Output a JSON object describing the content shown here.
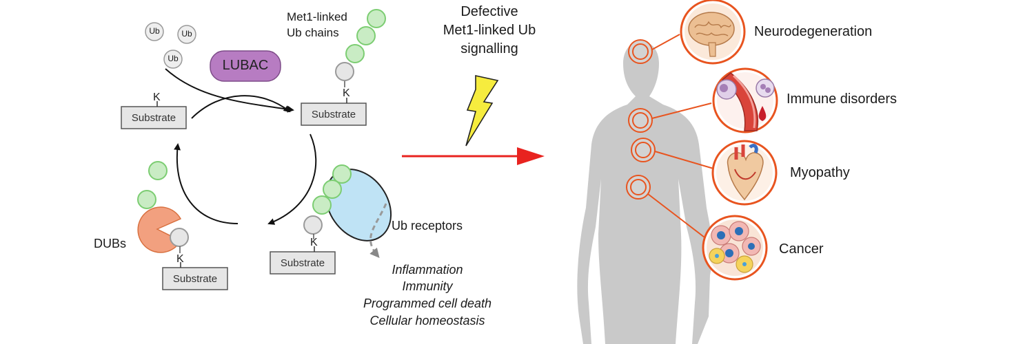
{
  "cycle": {
    "ub_label": "Ub",
    "lubac_label": "LUBAC",
    "chains_label_line1": "Met1-linked",
    "chains_label_line2": "Ub chains",
    "substrate_label": "Substrate",
    "k_label": "K",
    "dubs_label": "DUBs",
    "receptors_label": "Ub receptors",
    "outcomes": [
      "Inflammation",
      "Immunity",
      "Programmed cell death",
      "Cellular homeostasis"
    ]
  },
  "defect": {
    "line1": "Defective",
    "line2": "Met1-linked Ub",
    "line3": "signalling"
  },
  "diseases": [
    {
      "label": "Neurodegeneration",
      "icon": "brain-icon"
    },
    {
      "label": "Immune disorders",
      "icon": "blood-vessel-immune-cells-icon"
    },
    {
      "label": "Myopathy",
      "icon": "heart-icon"
    },
    {
      "label": "Cancer",
      "icon": "cancer-cells-icon"
    }
  ],
  "colors": {
    "lubac": "#b77cc2",
    "ub_green_fill": "#c9ecc4",
    "ub_green_stroke": "#7ccd72",
    "ub_grey_fill": "#e6e6e6",
    "dub": "#f2a07f",
    "receptor": "#bfe3f5",
    "lightning": "#f6ec3e",
    "arrow_red": "#e8231f",
    "disease_ring": "#e8541f",
    "silhouette": "#c9c9c9"
  }
}
